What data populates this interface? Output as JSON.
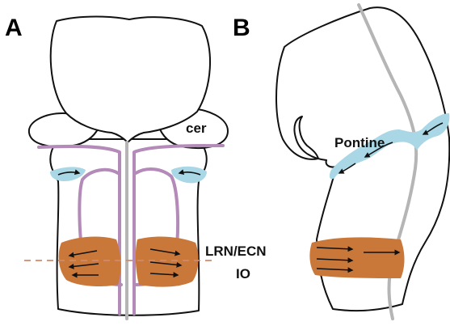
{
  "panels": {
    "a": {
      "letter": "A"
    },
    "b": {
      "letter": "B"
    }
  },
  "labels": {
    "cer": "cer",
    "pontine": "Pontine",
    "lrn_ecn": "LRN/ECN",
    "io": "IO"
  },
  "colors": {
    "tract": "#b48ab8",
    "midline": "#b5b5b5",
    "blue_stream": "#a9d7e6",
    "orange_stream": "#c9783a",
    "dash_line": "#d08a6c"
  }
}
